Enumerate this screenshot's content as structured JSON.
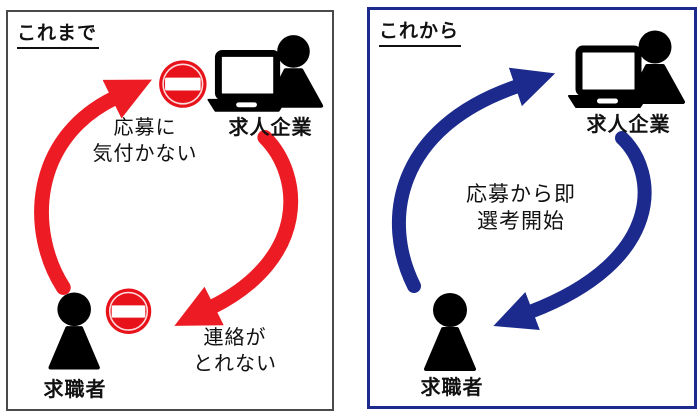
{
  "page": {
    "background": "#ffffff"
  },
  "panels": {
    "before": {
      "title": "これまで",
      "border_color": "#4a4a4a",
      "arrow_color": "#ed1c24",
      "no_entry_sign_color": "#e8121a",
      "icon_color": "#000000",
      "company_label": "求人企業",
      "seeker_label": "求職者",
      "apply_note_line1": "応募に",
      "apply_note_line2": "気付かない",
      "contact_note_line1": "連絡が",
      "contact_note_line2": "とれない"
    },
    "after": {
      "title": "これから",
      "border_color": "#1b2a8c",
      "arrow_color": "#1b2a8c",
      "icon_color": "#000000",
      "company_label": "求人企業",
      "seeker_label": "求職者",
      "center_note_line1": "応募から即",
      "center_note_line2": "選考開始"
    }
  }
}
